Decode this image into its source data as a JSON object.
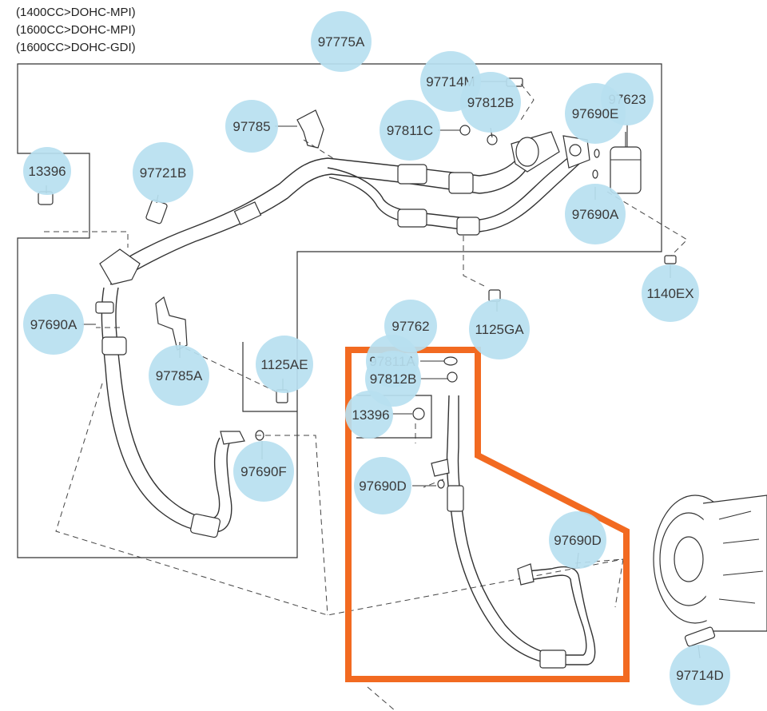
{
  "engine_variants": [
    "(1400CC>DOHC-MPI)",
    "(1600CC>DOHC-MPI)",
    "(1600CC>DOHC-GDI)"
  ],
  "callouts": [
    {
      "id": "97775A",
      "label": "97775A"
    },
    {
      "id": "97714M",
      "label": "97714M"
    },
    {
      "id": "97812B-top",
      "label": "97812B"
    },
    {
      "id": "97623",
      "label": "97623"
    },
    {
      "id": "97690E",
      "label": "97690E"
    },
    {
      "id": "97785",
      "label": "97785"
    },
    {
      "id": "97811C",
      "label": "97811C"
    },
    {
      "id": "13396-left",
      "label": "13396"
    },
    {
      "id": "97721B",
      "label": "97721B"
    },
    {
      "id": "97690A-right",
      "label": "97690A"
    },
    {
      "id": "1140EX",
      "label": "1140EX"
    },
    {
      "id": "97690A-left",
      "label": "97690A"
    },
    {
      "id": "97762",
      "label": "97762"
    },
    {
      "id": "1125GA",
      "label": "1125GA"
    },
    {
      "id": "97785A",
      "label": "97785A"
    },
    {
      "id": "1125AE",
      "label": "1125AE"
    },
    {
      "id": "97811A",
      "label": "97811A"
    },
    {
      "id": "97812B-bottom",
      "label": "97812B"
    },
    {
      "id": "13396-bottom",
      "label": "13396"
    },
    {
      "id": "97690F",
      "label": "97690F"
    },
    {
      "id": "97690D-left",
      "label": "97690D"
    },
    {
      "id": "97690D-right",
      "label": "97690D"
    },
    {
      "id": "97714D",
      "label": "97714D"
    }
  ],
  "colors": {
    "highlight": "#f26a21",
    "callout_fill": "#b7dff0",
    "line": "#333333"
  }
}
